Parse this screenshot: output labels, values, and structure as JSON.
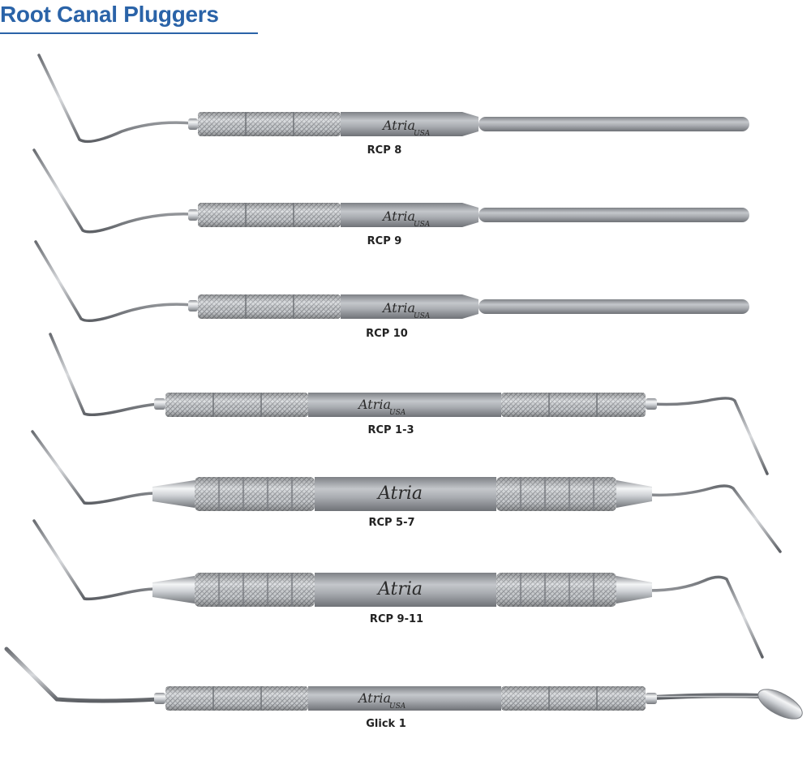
{
  "page": {
    "title": "Root Canal Pluggers"
  },
  "brand": {
    "name": "Atria",
    "sub": "USA"
  },
  "colors": {
    "title": "#2a63a8",
    "steel_dark": "#8e9196",
    "steel_light": "#e4e6e9",
    "knurl": "#c9ccd0"
  },
  "instruments": [
    {
      "label": "RCP 8"
    },
    {
      "label": "RCP 9"
    },
    {
      "label": "RCP 10"
    },
    {
      "label": "RCP 1-3"
    },
    {
      "label": "RCP 5-7"
    },
    {
      "label": "RCP 9-11"
    },
    {
      "label": "Glick 1"
    }
  ]
}
